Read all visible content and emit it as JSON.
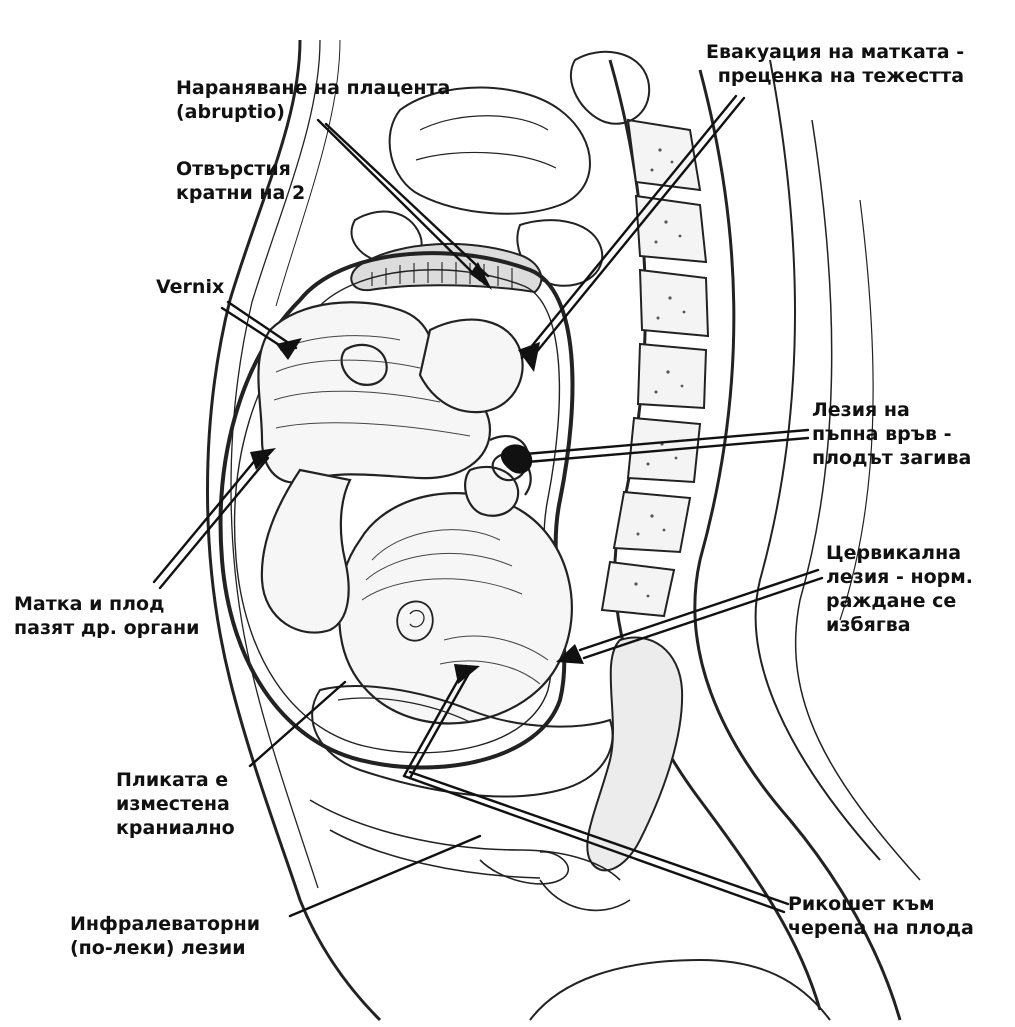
{
  "figure": {
    "labels": [
      {
        "id": "placenta",
        "lines": [
          "Нараняване на плацента",
          "(abruptio)"
        ]
      },
      {
        "id": "holes",
        "lines": [
          "Отвърстия",
          "кратни на 2"
        ]
      },
      {
        "id": "evac",
        "lines": [
          "Евакуация на матката -",
          "преценка на тежестта"
        ]
      },
      {
        "id": "vernix",
        "lines": [
          "Vernix"
        ]
      },
      {
        "id": "cord",
        "lines": [
          "Лезия на",
          "пъпна връв -",
          "плодът загива"
        ]
      },
      {
        "id": "uterus",
        "lines": [
          "Матка и плод",
          "пазят др. органи"
        ]
      },
      {
        "id": "cervical",
        "lines": [
          "Цервикална",
          "лезия - норм.",
          "раждане се",
          "избягва"
        ]
      },
      {
        "id": "bladder",
        "lines": [
          "Пликата е",
          "изместена",
          "краниално"
        ]
      },
      {
        "id": "infra",
        "lines": [
          "Инфралеваторни",
          "(по-леки) лезии"
        ]
      },
      {
        "id": "ricochet",
        "lines": [
          "Рикошет към",
          "черепа на плода"
        ]
      }
    ],
    "colors": {
      "ink": "#111111",
      "paper": "#ffffff"
    }
  }
}
